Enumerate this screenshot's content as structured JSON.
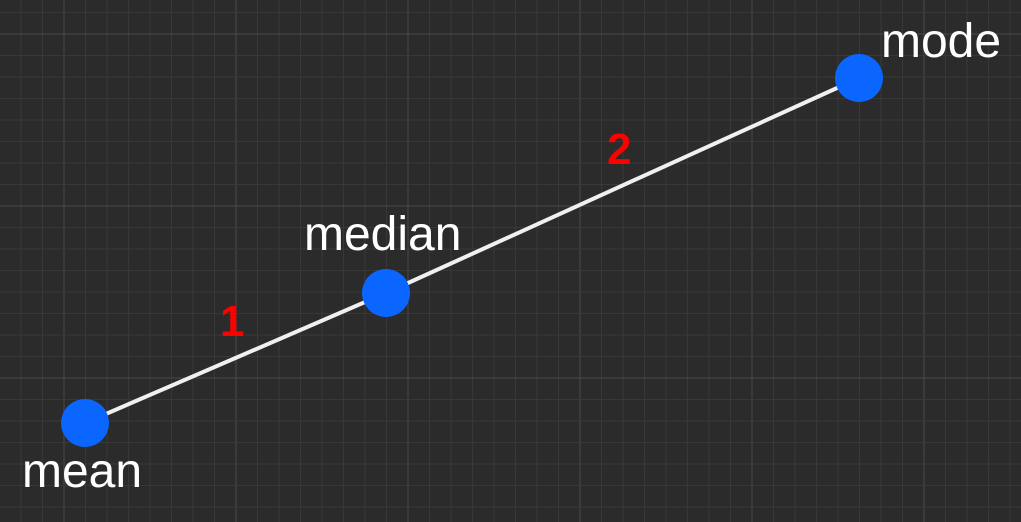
{
  "colors": {
    "background": "#2b2b2b",
    "grid_minor": "#383838",
    "grid_major": "#4a4a4a",
    "line": "#f0f0f0",
    "point": "#0a66ff",
    "segment_label": "#ff0000",
    "point_label": "#ffffff"
  },
  "points": {
    "mean": {
      "label": "mean"
    },
    "median": {
      "label": "median"
    },
    "mode": {
      "label": "mode"
    }
  },
  "segments": {
    "mean_to_median": {
      "label": "1"
    },
    "median_to_mode": {
      "label": "2"
    }
  }
}
